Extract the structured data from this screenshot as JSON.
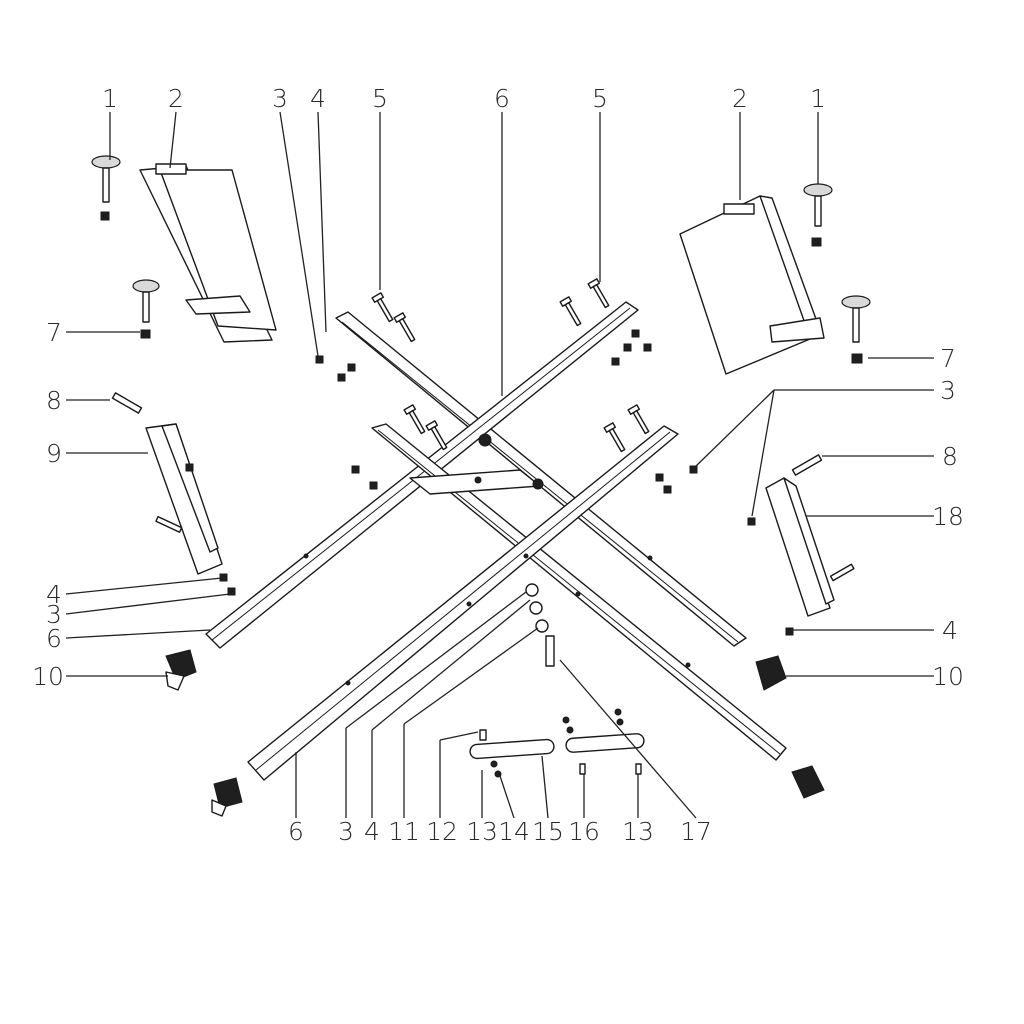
{
  "diagram": {
    "callouts": {
      "c1_left": "1",
      "c2_left": "2",
      "c3_top": "3",
      "c4_top": "4",
      "c5_left": "5",
      "c6_top": "6",
      "c5_right": "5",
      "c2_right": "2",
      "c1_right": "1",
      "c7_left": "7",
      "c7_right": "7",
      "c3_right": "3",
      "c8_left": "8",
      "c9": "9",
      "c8_right": "8",
      "c18": "18",
      "c4_left": "4",
      "c3_left": "3",
      "c6_left": "6",
      "c4_right": "4",
      "c10_left": "10",
      "c10_right": "10",
      "b6": "6",
      "b3": "3",
      "b4": "4",
      "b11": "11",
      "b12": "12",
      "b13a": "13",
      "b14": "14",
      "b15": "15",
      "b16": "16",
      "b13b": "13",
      "b17": "17"
    }
  }
}
